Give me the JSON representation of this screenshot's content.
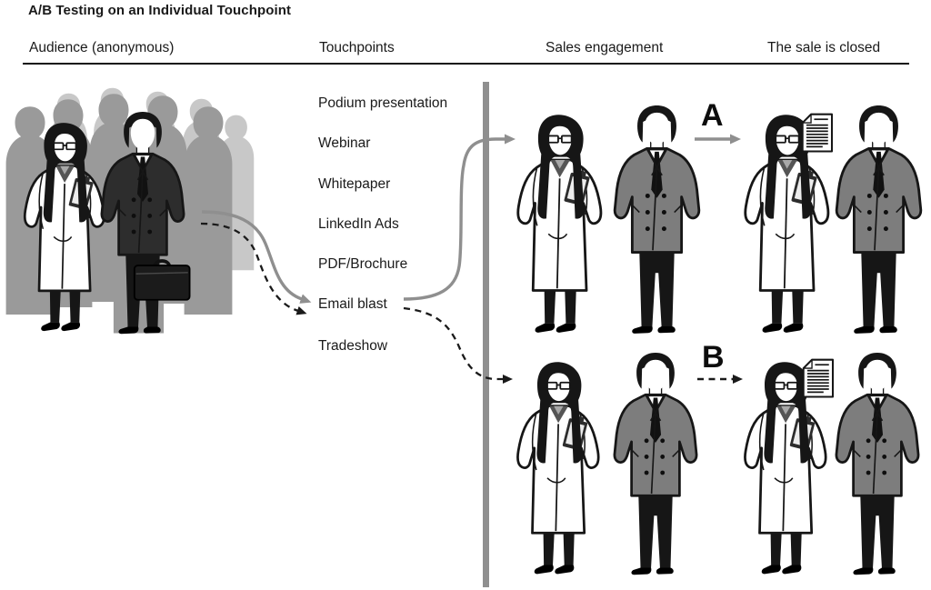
{
  "title": "A/B Testing on an Individual Touchpoint",
  "columns": {
    "audience": "Audience (anonymous)",
    "touchpoints": "Touchpoints",
    "sales": "Sales engagement",
    "closed": "The sale is closed"
  },
  "touchpoints": [
    "Podium presentation",
    "Webinar",
    "Whitepaper",
    "LinkedIn Ads",
    "PDF/Brochure",
    "Email blast",
    "Tradeshow"
  ],
  "variants": {
    "a": "A",
    "b": "B"
  },
  "icons": {
    "audience": "crowd-silhouette",
    "researcher": "woman-in-labcoat",
    "salesman": "man-in-suit",
    "briefcase": "briefcase",
    "contract": "signed-document"
  },
  "colors": {
    "divider": "#8f8f8f",
    "solid_arrow": "#8f8f8f",
    "dashed_arrow": "#1a1a1a",
    "crowd_dark": "#9a9a9a",
    "crowd_light": "#c8c8c8",
    "suit_dark": "#2d2d2d",
    "suit_gray": "#7d7d7d",
    "text": "#1a1a1a"
  }
}
